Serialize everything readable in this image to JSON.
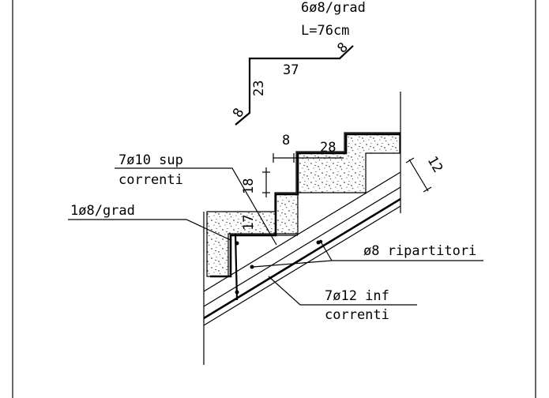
{
  "bar_schedule": {
    "title": "6ø8/grad",
    "length": "L=76cm",
    "dim_top": "37",
    "dim_side": "23",
    "hook_top": "8",
    "hook_bottom": "8"
  },
  "dimensions": {
    "tread_depth": "28",
    "nosing": "8",
    "riser": "18",
    "riser_lower": "17",
    "slab_thickness": "12"
  },
  "callouts": {
    "upper_bars_line1": "7ø10 sup",
    "upper_bars_line2": "correnti",
    "step_bar": "1ø8/grad",
    "distribution_bars": "ø8 ripartitori",
    "lower_bars_line1": "7ø12 inf",
    "lower_bars_line2": "correnti"
  },
  "colors": {
    "line": "#000000",
    "background": "#ffffff",
    "fill_pattern": "concrete-speckle"
  }
}
